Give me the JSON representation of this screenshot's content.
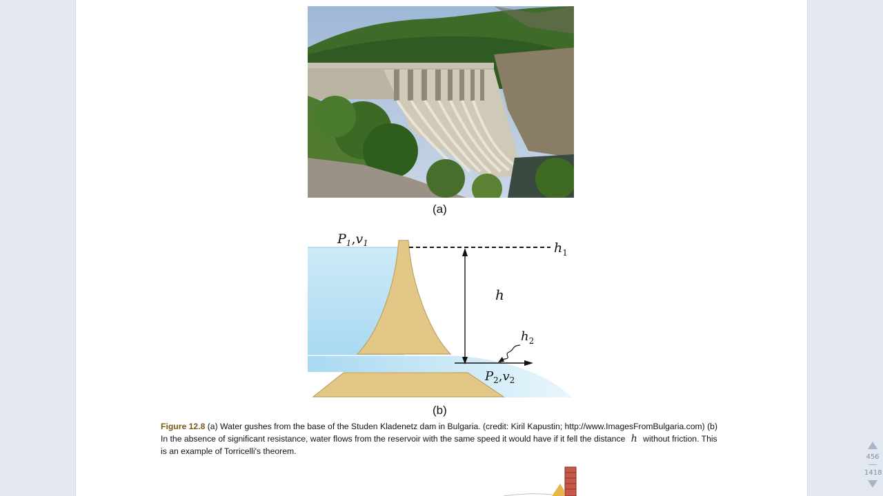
{
  "figure": {
    "panel_a_label": "(a)",
    "panel_b_label": "(b)",
    "diagram": {
      "p1v1_P": "P",
      "p1v1_sub": "1",
      "p1v1_comma": ",",
      "p1v1_v": "v",
      "p1v1_vsub": "1",
      "h1_h": "h",
      "h1_sub": "1",
      "h_label": "h",
      "h2_h": "h",
      "h2_sub": "2",
      "p2v2_P": "P",
      "p2v2_sub": "2",
      "p2v2_comma": ",",
      "p2v2_v": "v",
      "p2v2_vsub": "2"
    },
    "caption": {
      "number": "Figure 12.8",
      "text_part1": "(a) Water gushes from the base of the Studen Kladenetz dam in Bulgaria. (credit: Kiril Kapustin; http://www.ImagesFromBulgaria.com) (b) In the absence of significant resistance, water flows from the reservoir with the same speed it would have if it fell the distance",
      "variable": "h",
      "text_part2": "without friction. This is an example of Torricelli's theorem."
    }
  },
  "pager": {
    "current_page": "456",
    "total_pages": "1418"
  },
  "colors": {
    "water": "#bfe3f5",
    "dam": "#e3c787",
    "caption_accent": "#7a5a14"
  }
}
